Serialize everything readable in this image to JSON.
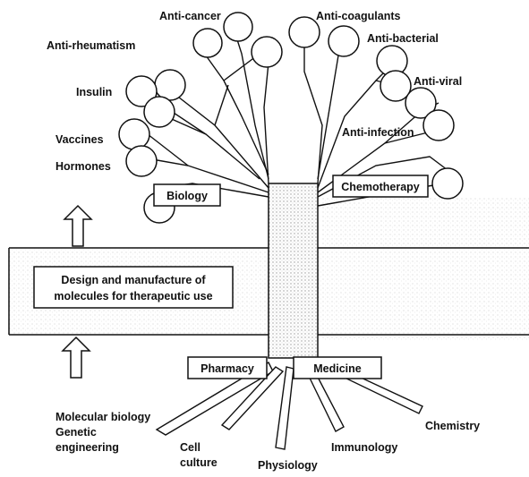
{
  "labels": {
    "anti_cancer": "Anti-cancer",
    "anti_coagulants": "Anti-coagulants",
    "anti_rheumatism": "Anti-rheumatism",
    "anti_bacterial": "Anti-bacterial",
    "insulin": "Insulin",
    "anti_viral": "Anti-viral",
    "anti_infection": "Anti-infection",
    "vaccines": "Vaccines",
    "hormones": "Hormones",
    "biology": "Biology",
    "chemotherapy": "Chemotherapy",
    "design_line1": "Design and manufacture of",
    "design_line2": "molecules for therapeutic use",
    "pharmacy": "Pharmacy",
    "medicine": "Medicine",
    "molecular_biology": "Molecular biology",
    "genetic": "Genetic",
    "engineering": "engineering",
    "cell": "Cell",
    "culture": "culture",
    "physiology": "Physiology",
    "immunology": "Immunology",
    "chemistry": "Chemistry"
  },
  "colors": {
    "ink": "#111111",
    "stipple": "#b9b9b9"
  }
}
